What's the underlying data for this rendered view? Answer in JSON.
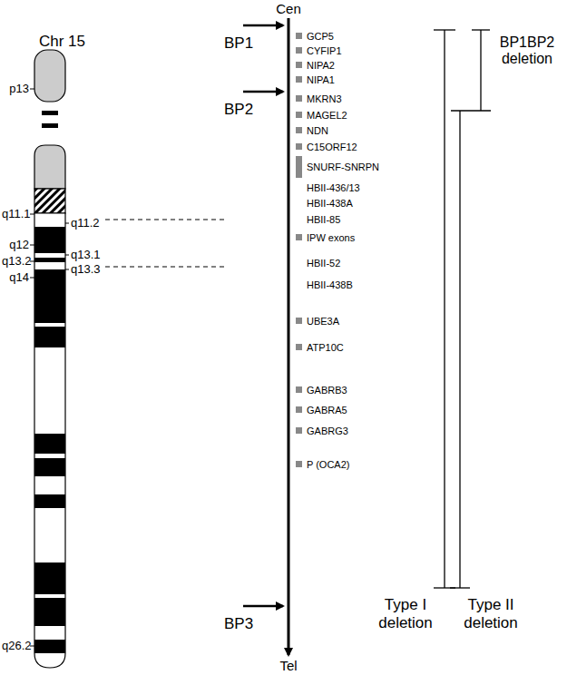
{
  "diagram": {
    "labels": [
      "Chr 15",
      "p13",
      "q11.1",
      "q11.2",
      "q12",
      "q13.1",
      "q13.2",
      "q13.3",
      "q14",
      "q26.2",
      "Cen",
      "BP1",
      "BP2",
      "BP3",
      "Tel",
      "GCP5",
      "CYFIP1",
      "NIPA2",
      "NIPA1",
      "MKRN3",
      "MAGEL2",
      "NDN",
      "C15ORF12",
      "SNURF-SNRPN",
      "HBII-436/13",
      "HBII-438A",
      "HBII-85",
      "IPW exons",
      "HBII-52",
      "HBII-438B",
      "UBE3A",
      "ATP10C",
      "GABRB3",
      "GABRA5",
      "GABRG3",
      "P (OCA2)",
      "BP1BP2 deletion",
      "Type I deletion",
      "Type II deletion"
    ]
  }
}
